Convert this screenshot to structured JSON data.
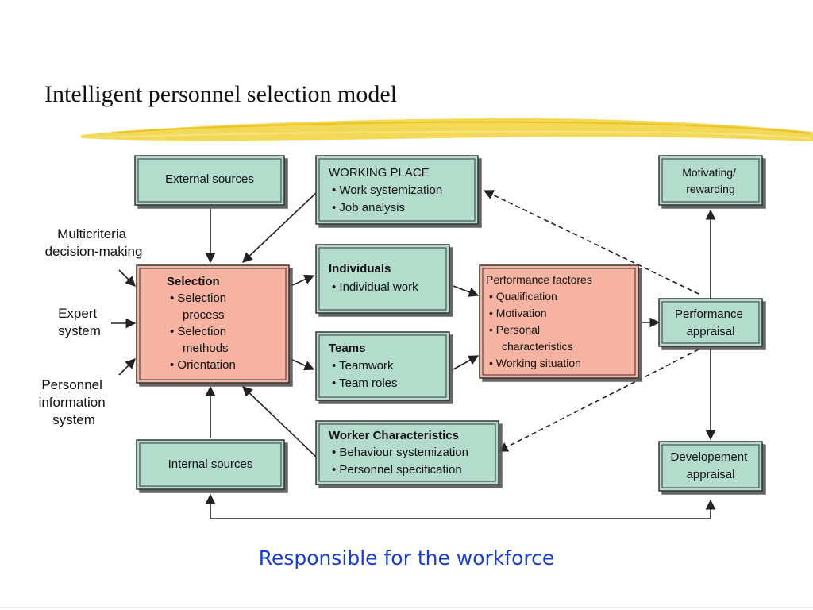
{
  "slide": {
    "title": "Intelligent personnel selection model",
    "caption": "Responsible for the workforce",
    "colors": {
      "box_green": "#b3dccc",
      "box_salmon": "#f6b3a2",
      "box_border": "#333333",
      "caption": "#1a3ec8",
      "brush": "#f1d23a"
    }
  },
  "diagram": {
    "inputs": {
      "multicriteria": [
        "Multicriteria",
        "decision-making"
      ],
      "expert": [
        "Expert",
        "system"
      ],
      "personnel": [
        "Personnel",
        "information",
        "system"
      ]
    },
    "boxes": {
      "external_sources": {
        "lines": [
          "External sources"
        ]
      },
      "internal_sources": {
        "lines": [
          "Internal sources"
        ]
      },
      "selection": {
        "title": "Selection",
        "lines": [
          "• Selection",
          "process",
          "• Selection",
          "methods",
          "• Orientation"
        ]
      },
      "working_place": {
        "title": "WORKING PLACE",
        "lines": [
          "• Work systemization",
          "• Job analysis"
        ]
      },
      "individuals": {
        "title": "Individuals",
        "lines": [
          "• Individual work"
        ]
      },
      "teams": {
        "title": "Teams",
        "lines": [
          "• Teamwork",
          "• Team roles"
        ]
      },
      "worker_characteristics": {
        "title": "Worker Characteristics",
        "lines": [
          "• Behaviour systemization",
          "• Personnel specification"
        ]
      },
      "performance_factors": {
        "title": "Performance factores",
        "lines": [
          "• Qualification",
          "• Motivation",
          "• Personal",
          "characteristics",
          "• Working situation"
        ]
      },
      "motivating": {
        "lines": [
          "Motivating/",
          "rewarding"
        ]
      },
      "performance_appraisal": {
        "lines": [
          "Performance",
          "appraisal"
        ]
      },
      "development_appraisal": {
        "lines": [
          "Developement",
          "appraisal"
        ]
      }
    }
  }
}
